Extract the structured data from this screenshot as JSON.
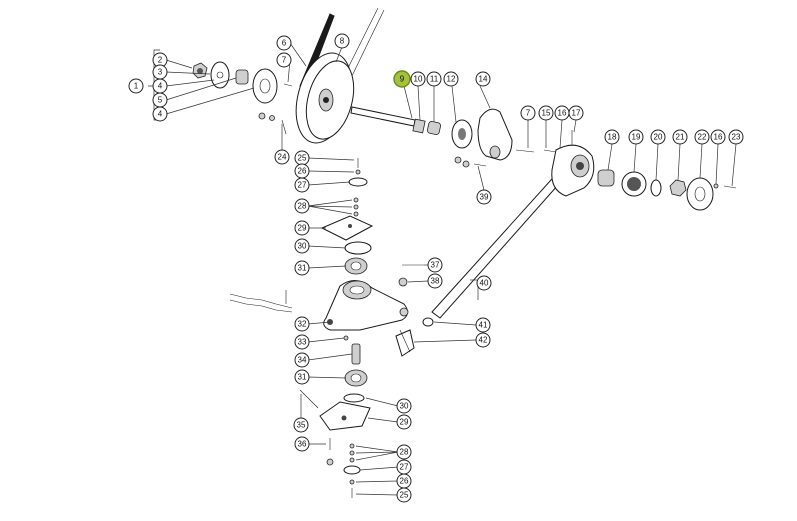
{
  "diagram": {
    "highlight_color": "#a6c23b",
    "callouts": [
      {
        "id": "c1",
        "label": "1"
      },
      {
        "id": "c2",
        "label": "2"
      },
      {
        "id": "c3",
        "label": "3"
      },
      {
        "id": "c4a",
        "label": "4"
      },
      {
        "id": "c5",
        "label": "5"
      },
      {
        "id": "c4b",
        "label": "4"
      },
      {
        "id": "c6",
        "label": "6"
      },
      {
        "id": "c7a",
        "label": "7"
      },
      {
        "id": "c8",
        "label": "8"
      },
      {
        "id": "c9",
        "label": "9",
        "highlight": true
      },
      {
        "id": "c10",
        "label": "10"
      },
      {
        "id": "c11",
        "label": "11"
      },
      {
        "id": "c12",
        "label": "12"
      },
      {
        "id": "c14",
        "label": "14"
      },
      {
        "id": "c7b",
        "label": "7"
      },
      {
        "id": "c15",
        "label": "15"
      },
      {
        "id": "c16a",
        "label": "16"
      },
      {
        "id": "c17",
        "label": "17"
      },
      {
        "id": "c18",
        "label": "18"
      },
      {
        "id": "c19",
        "label": "19"
      },
      {
        "id": "c20",
        "label": "20"
      },
      {
        "id": "c21",
        "label": "21"
      },
      {
        "id": "c22",
        "label": "22"
      },
      {
        "id": "c16b",
        "label": "16"
      },
      {
        "id": "c23",
        "label": "23"
      },
      {
        "id": "c24",
        "label": "24"
      },
      {
        "id": "c39",
        "label": "39"
      },
      {
        "id": "c25a",
        "label": "25"
      },
      {
        "id": "c26a",
        "label": "26"
      },
      {
        "id": "c27a",
        "label": "27"
      },
      {
        "id": "c28a",
        "label": "28"
      },
      {
        "id": "c29a",
        "label": "29"
      },
      {
        "id": "c30a",
        "label": "30"
      },
      {
        "id": "c31a",
        "label": "31"
      },
      {
        "id": "c37",
        "label": "37"
      },
      {
        "id": "c38",
        "label": "38"
      },
      {
        "id": "c40",
        "label": "40"
      },
      {
        "id": "c32",
        "label": "32"
      },
      {
        "id": "c41",
        "label": "41"
      },
      {
        "id": "c42",
        "label": "42"
      },
      {
        "id": "c33",
        "label": "33"
      },
      {
        "id": "c34",
        "label": "34"
      },
      {
        "id": "c31b",
        "label": "31"
      },
      {
        "id": "c30b",
        "label": "30"
      },
      {
        "id": "c29b",
        "label": "29"
      },
      {
        "id": "c35",
        "label": "35"
      },
      {
        "id": "c36",
        "label": "36"
      },
      {
        "id": "c28b",
        "label": "28"
      },
      {
        "id": "c27b",
        "label": "27"
      },
      {
        "id": "c26b",
        "label": "26"
      },
      {
        "id": "c25b",
        "label": "25"
      }
    ]
  }
}
